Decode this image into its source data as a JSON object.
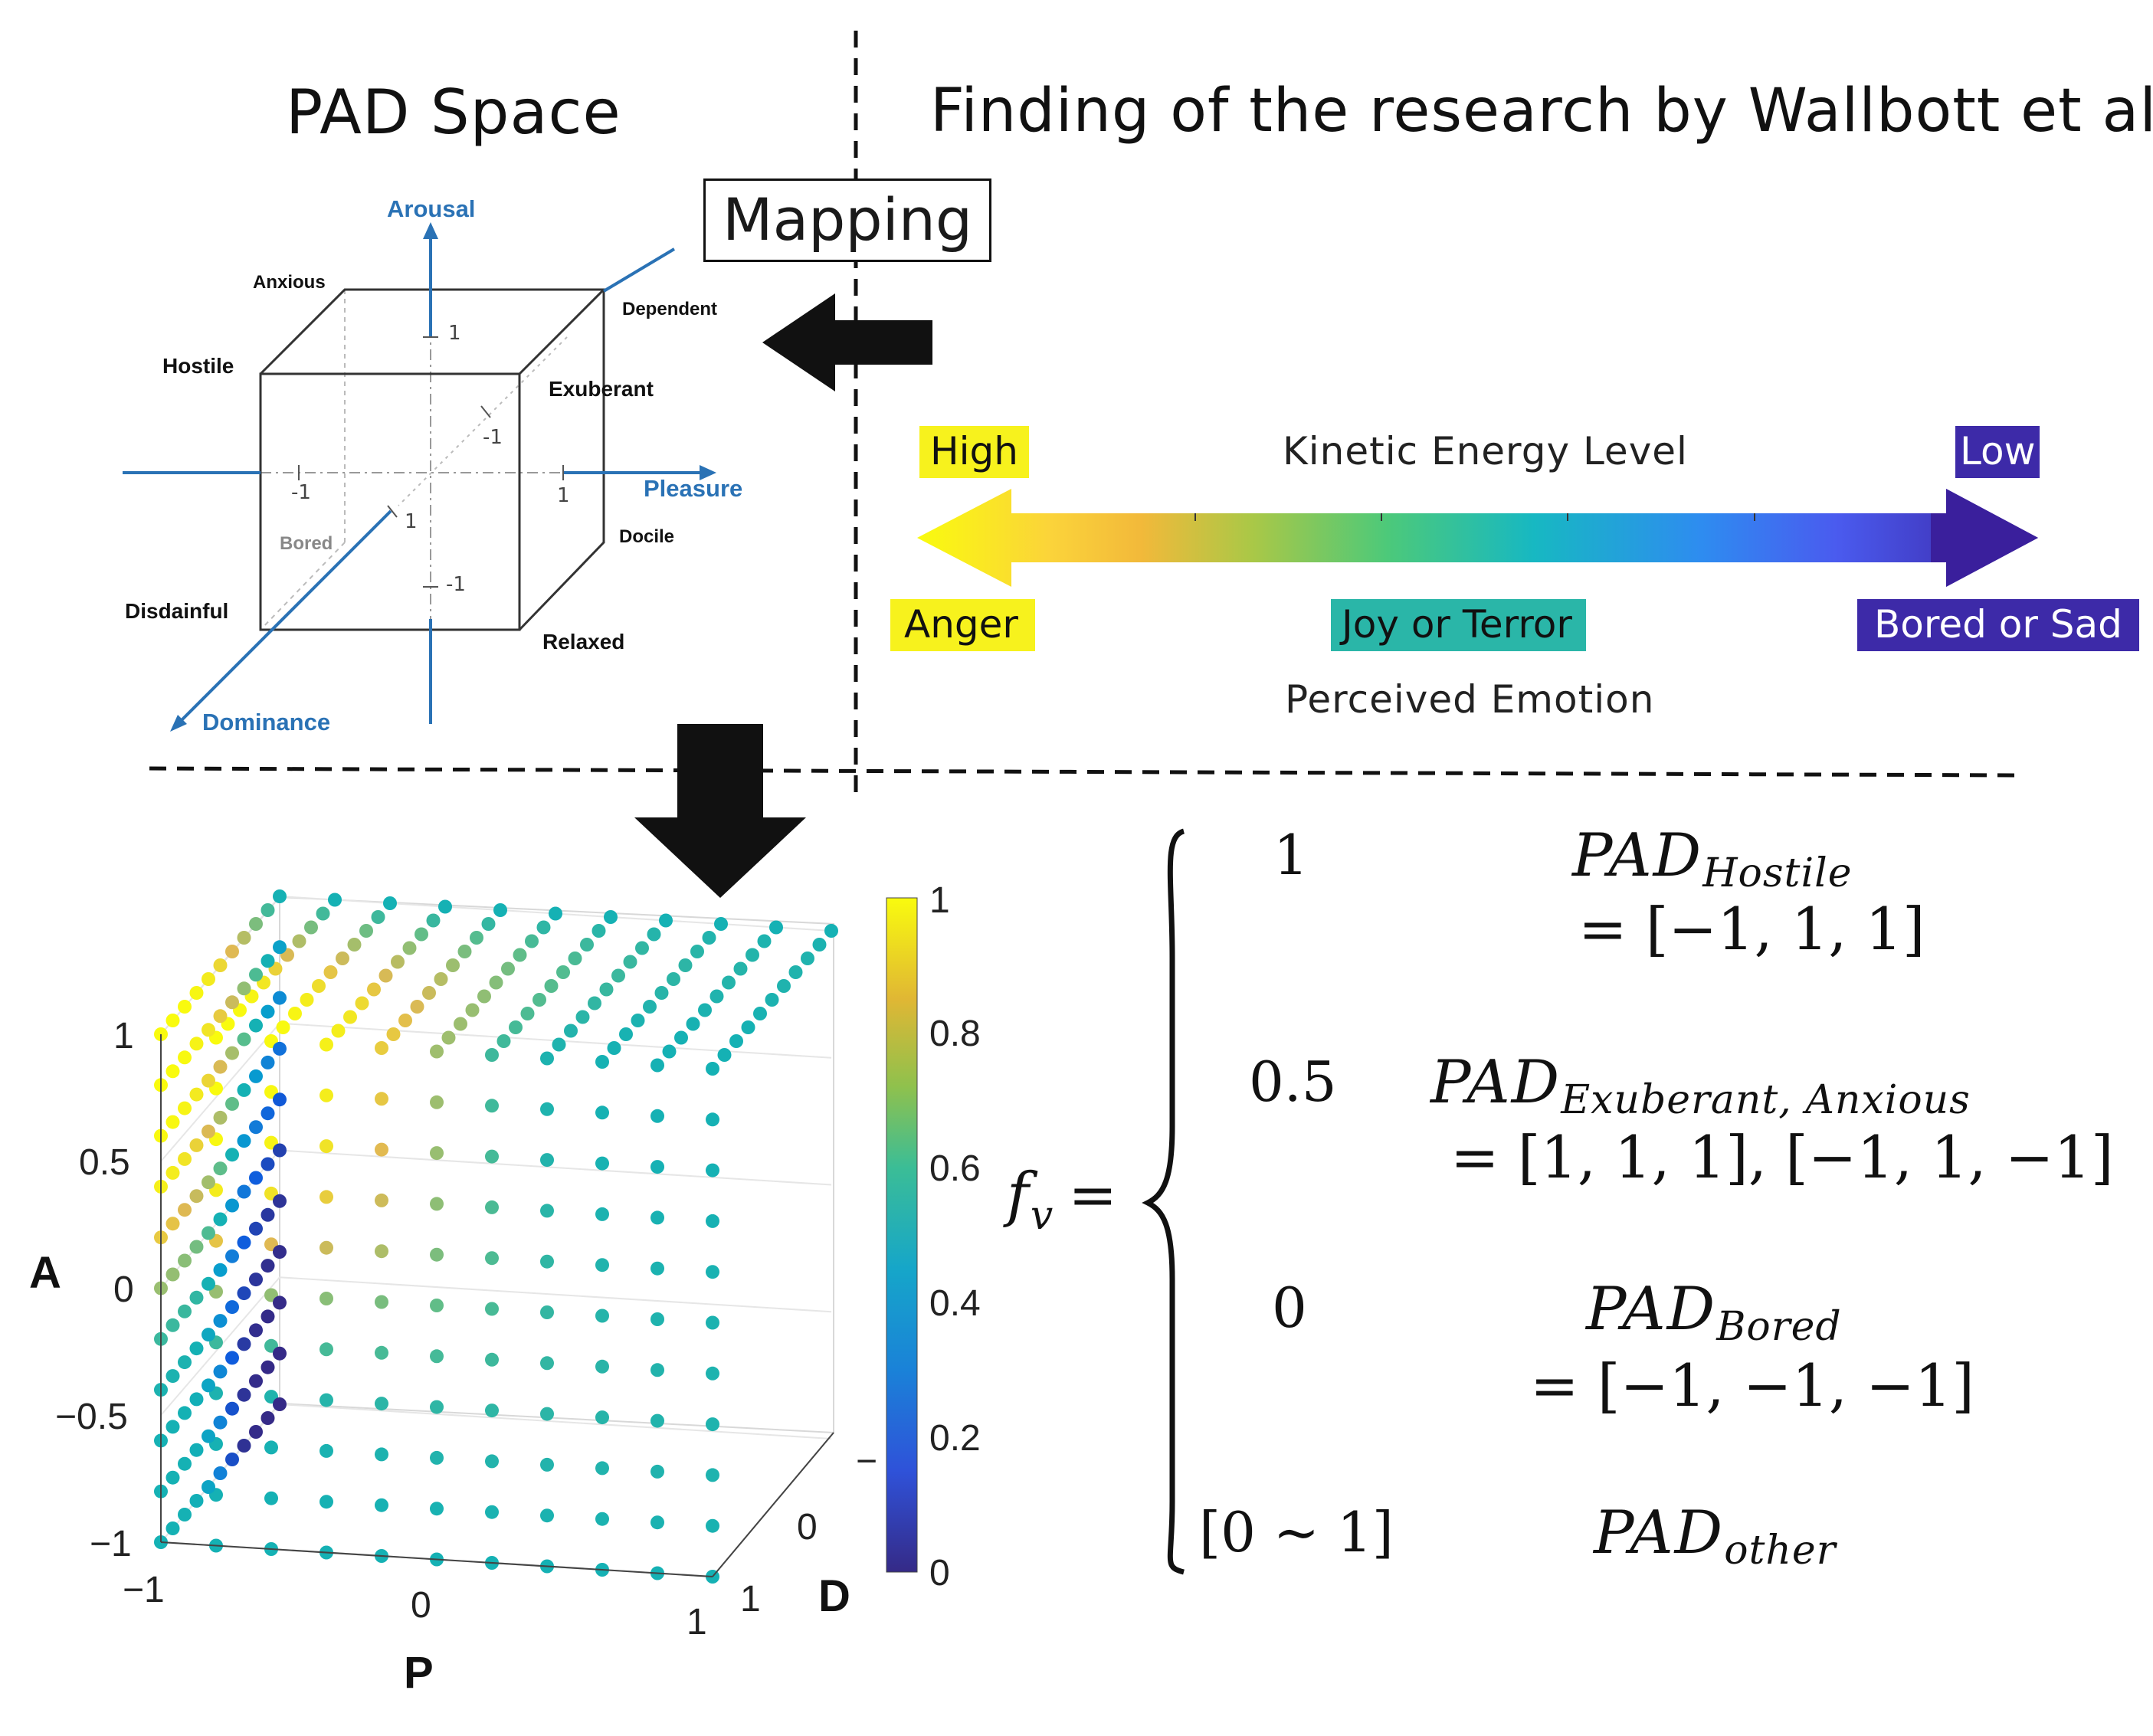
{
  "titles": {
    "left": "PAD Space",
    "right": "Finding of the research by Wallbott et al.",
    "mapping": "Mapping"
  },
  "pad_cube": {
    "axes": {
      "arousal": "Arousal",
      "pleasure": "Pleasure",
      "dominance": "Dominance"
    },
    "corners": {
      "anxious": "Anxious",
      "dependent": "Dependent",
      "hostile": "Hostile",
      "exuberant": "Exuberant",
      "bored": "Bored",
      "docile": "Docile",
      "disdainful": "Disdainful",
      "relaxed": "Relaxed"
    },
    "ticks": {
      "arousal_pos": "1",
      "arousal_neg": "-1",
      "pleasure_pos": "1",
      "pleasure_neg": "-1",
      "dominance_pos": "1",
      "dominance_neg": "-1"
    },
    "colors": {
      "axis": "#2a72b5",
      "edge": "#333333"
    }
  },
  "kinetic": {
    "title": "Kinetic Energy Level",
    "high": "High",
    "low": "Low",
    "subtitle": "Perceived Emotion",
    "emotions": {
      "anger": "Anger",
      "joy_terror": "Joy or Terror",
      "bored_sad": "Bored or Sad"
    },
    "colors": {
      "high_bg": "#f7f21d",
      "low_bg": "#3d2aa8",
      "anger_bg": "#f7f21d",
      "joy_bg": "#2ab6a8",
      "bored_bg": "#3d2aa8"
    }
  },
  "chart_data": {
    "type": "scatter",
    "dimensions": 3,
    "axes": {
      "x": "P",
      "y": "D",
      "z": "A"
    },
    "x_ticks": [
      "−1",
      "0",
      "1"
    ],
    "y_ticks": [
      "1",
      "0",
      "−"
    ],
    "z_ticks": [
      "1",
      "0.5",
      "0",
      "−0.5",
      "−1"
    ],
    "xlim": [
      -1,
      1
    ],
    "ylim": [
      -1,
      1
    ],
    "zlim": [
      -1,
      1
    ],
    "grid": true,
    "grid_points_per_axis": 11,
    "colormap": "parula",
    "colorbar": {
      "ticks": [
        "1",
        "0.8",
        "0.6",
        "0.4",
        "0.2",
        "0"
      ],
      "range": [
        0,
        1
      ]
    },
    "value_rules": [
      {
        "pad": [
          -1,
          1,
          1
        ],
        "value": 1
      },
      {
        "pad": [
          1,
          1,
          1
        ],
        "value": 0.5
      },
      {
        "pad": [
          -1,
          1,
          -1
        ],
        "value": 0.5
      },
      {
        "pad": [
          -1,
          -1,
          -1
        ],
        "value": 0
      }
    ]
  },
  "formula": {
    "lhs_f": "f",
    "lhs_sub": "v",
    "eq": "=",
    "pad": "PAD",
    "rows": [
      {
        "value": "1",
        "sub": "Hostile",
        "eq": "= [−1, 1, 1]"
      },
      {
        "value": "0.5",
        "sub": "Exuberant, Anxious",
        "eq": "= [1, 1, 1], [−1, 1, −1]"
      },
      {
        "value": "0",
        "sub": "Bored",
        "eq": "= [−1, −1, −1]"
      },
      {
        "value": "[0 ∼ 1]",
        "sub": "other",
        "eq": ""
      }
    ]
  }
}
